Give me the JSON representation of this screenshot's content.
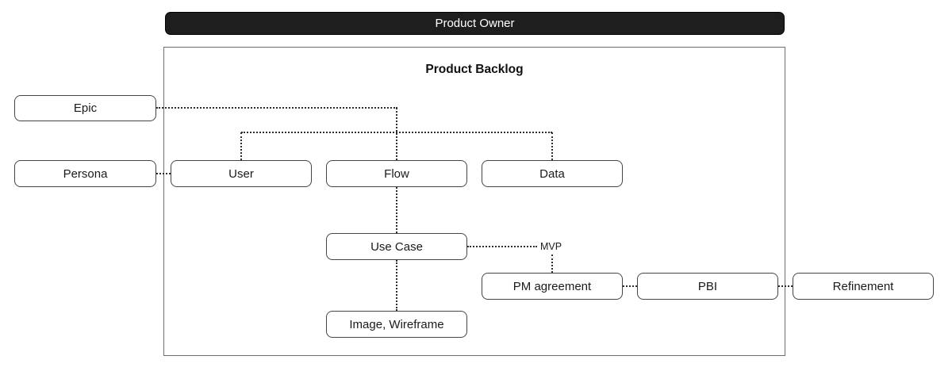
{
  "header": {
    "title": "Product Owner"
  },
  "container": {
    "title": "Product Backlog"
  },
  "nodes": [
    {
      "id": "epic",
      "label": "Epic"
    },
    {
      "id": "persona",
      "label": "Persona"
    },
    {
      "id": "user",
      "label": "User"
    },
    {
      "id": "flow",
      "label": "Flow"
    },
    {
      "id": "data",
      "label": "Data"
    },
    {
      "id": "use-case",
      "label": "Use Case"
    },
    {
      "id": "pm-agreement",
      "label": "PM agreement"
    },
    {
      "id": "image-wireframe",
      "label": "Image, Wireframe"
    },
    {
      "id": "pbi",
      "label": "PBI"
    },
    {
      "id": "refinement",
      "label": "Refinement"
    }
  ],
  "edge_labels": {
    "mvp": "MVP"
  },
  "colors": {
    "header_fill": "#1e1e1e",
    "header_text": "#ffffff",
    "node_border": "#444444",
    "node_fill": "#ffffff",
    "node_text": "#1a1a1a",
    "container_border": "#6f6f6f",
    "connector": "#2e2e2e"
  }
}
